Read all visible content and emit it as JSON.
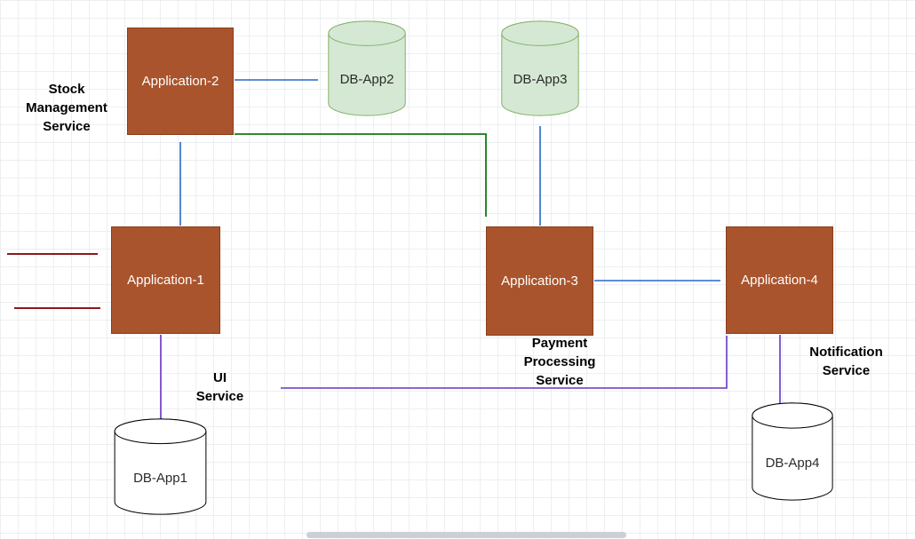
{
  "diagram": {
    "nodes": {
      "app1": {
        "label": "Application-1"
      },
      "app2": {
        "label": "Application-2"
      },
      "app3": {
        "label": "Application-3"
      },
      "app4": {
        "label": "Application-4"
      },
      "db1": {
        "label": "DB-App1"
      },
      "db2": {
        "label": "DB-App2"
      },
      "db3": {
        "label": "DB-App3"
      },
      "db4": {
        "label": "DB-App4"
      }
    },
    "service_labels": {
      "stock": "Stock\nManagement\nService",
      "ui": "UI\nService",
      "payment": "Payment\nProcessing\nService",
      "notification": "Notification\nService"
    },
    "colors": {
      "app_fill": "#a9542c",
      "app_border": "#8a3e1c",
      "db_green_fill": "#d5e8d4",
      "db_green_border": "#82b366",
      "db_white_fill": "#ffffff",
      "db_white_border": "#000000",
      "arrow_blue": "#2468c6",
      "arrow_green": "#117a11",
      "arrow_purple": "#6a33c2",
      "arrow_darkred": "#8b1a1a"
    }
  }
}
